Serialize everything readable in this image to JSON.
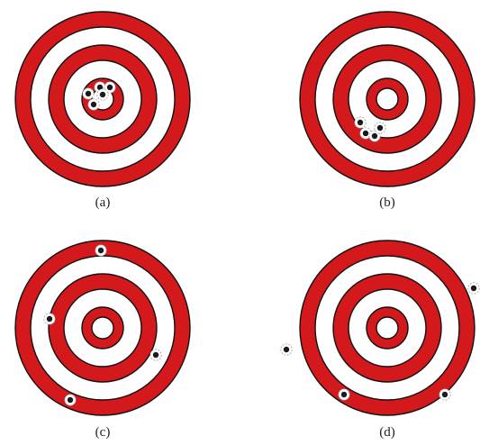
{
  "colors": {
    "ring": "#d4191c",
    "background": "#ffffff",
    "outline": "#111111",
    "hole": "#1a1a1a"
  },
  "panels": [
    {
      "label": "(a)"
    },
    {
      "label": "(b)"
    },
    {
      "label": "(c)"
    },
    {
      "label": "(d)"
    }
  ]
}
